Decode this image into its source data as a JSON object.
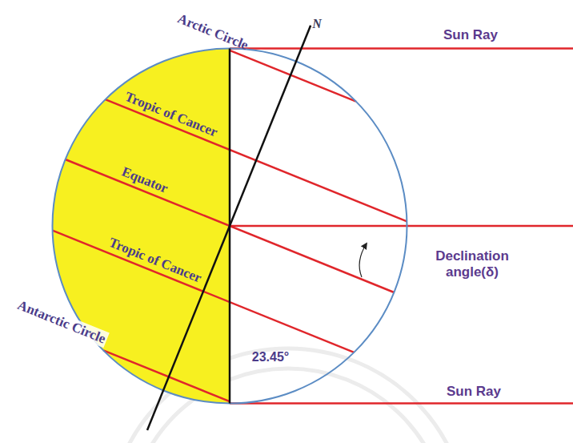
{
  "diagram": {
    "labels": [
      "N",
      "Arctic Circle",
      "Tropic of Cancer",
      "Equator",
      "Tropic of Cancer",
      "Antarctic Circle",
      "Sun Ray",
      "Declination angle(δ)",
      "23.45°",
      "Sun Ray"
    ]
  }
}
